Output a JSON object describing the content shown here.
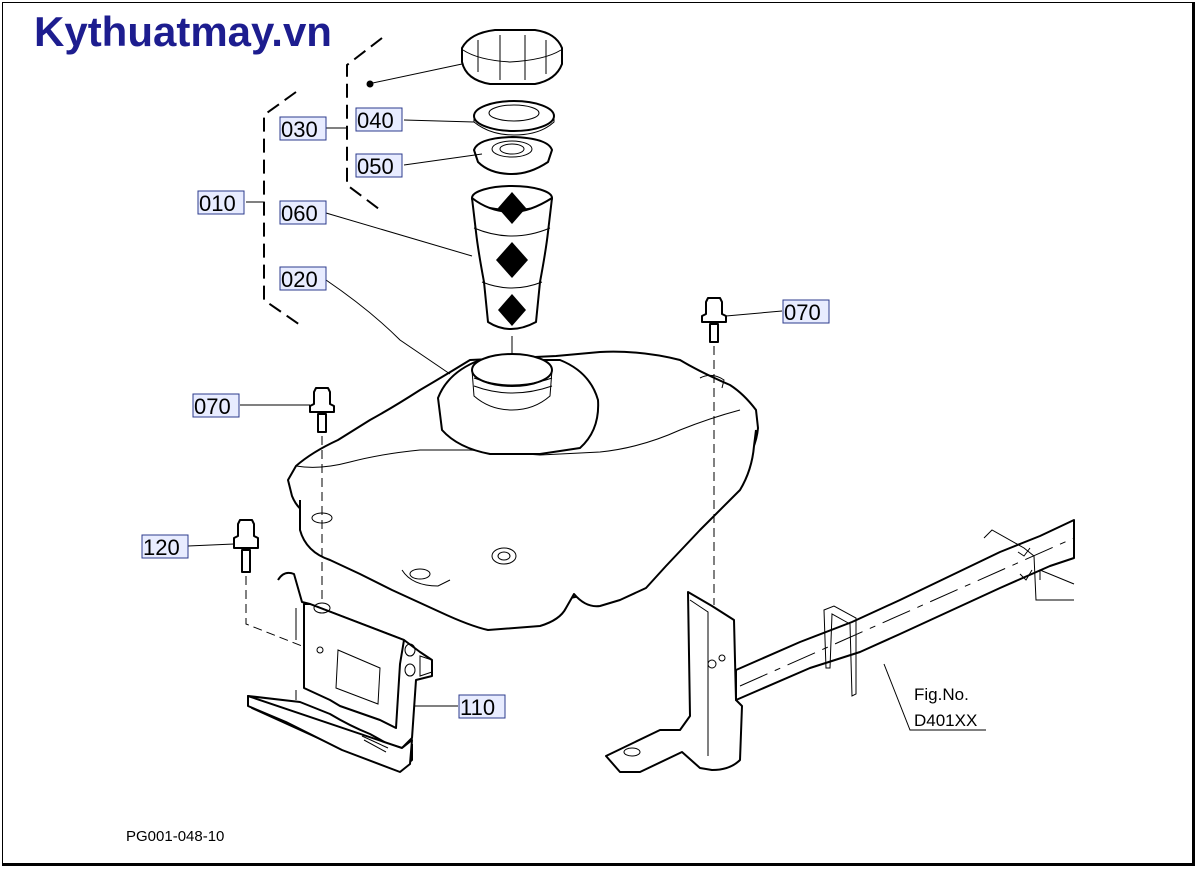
{
  "watermark": "Kythuatmay.vn",
  "figure_code": "PG001-048-10",
  "fig_ref": {
    "line1": "Fig.No.",
    "line2": "D401XX"
  },
  "callouts": {
    "c010": "010",
    "c020": "020",
    "c030": "030",
    "c040": "040",
    "c050": "050",
    "c060": "060",
    "c070a": "070",
    "c070b": "070",
    "c110": "110",
    "c120": "120"
  }
}
